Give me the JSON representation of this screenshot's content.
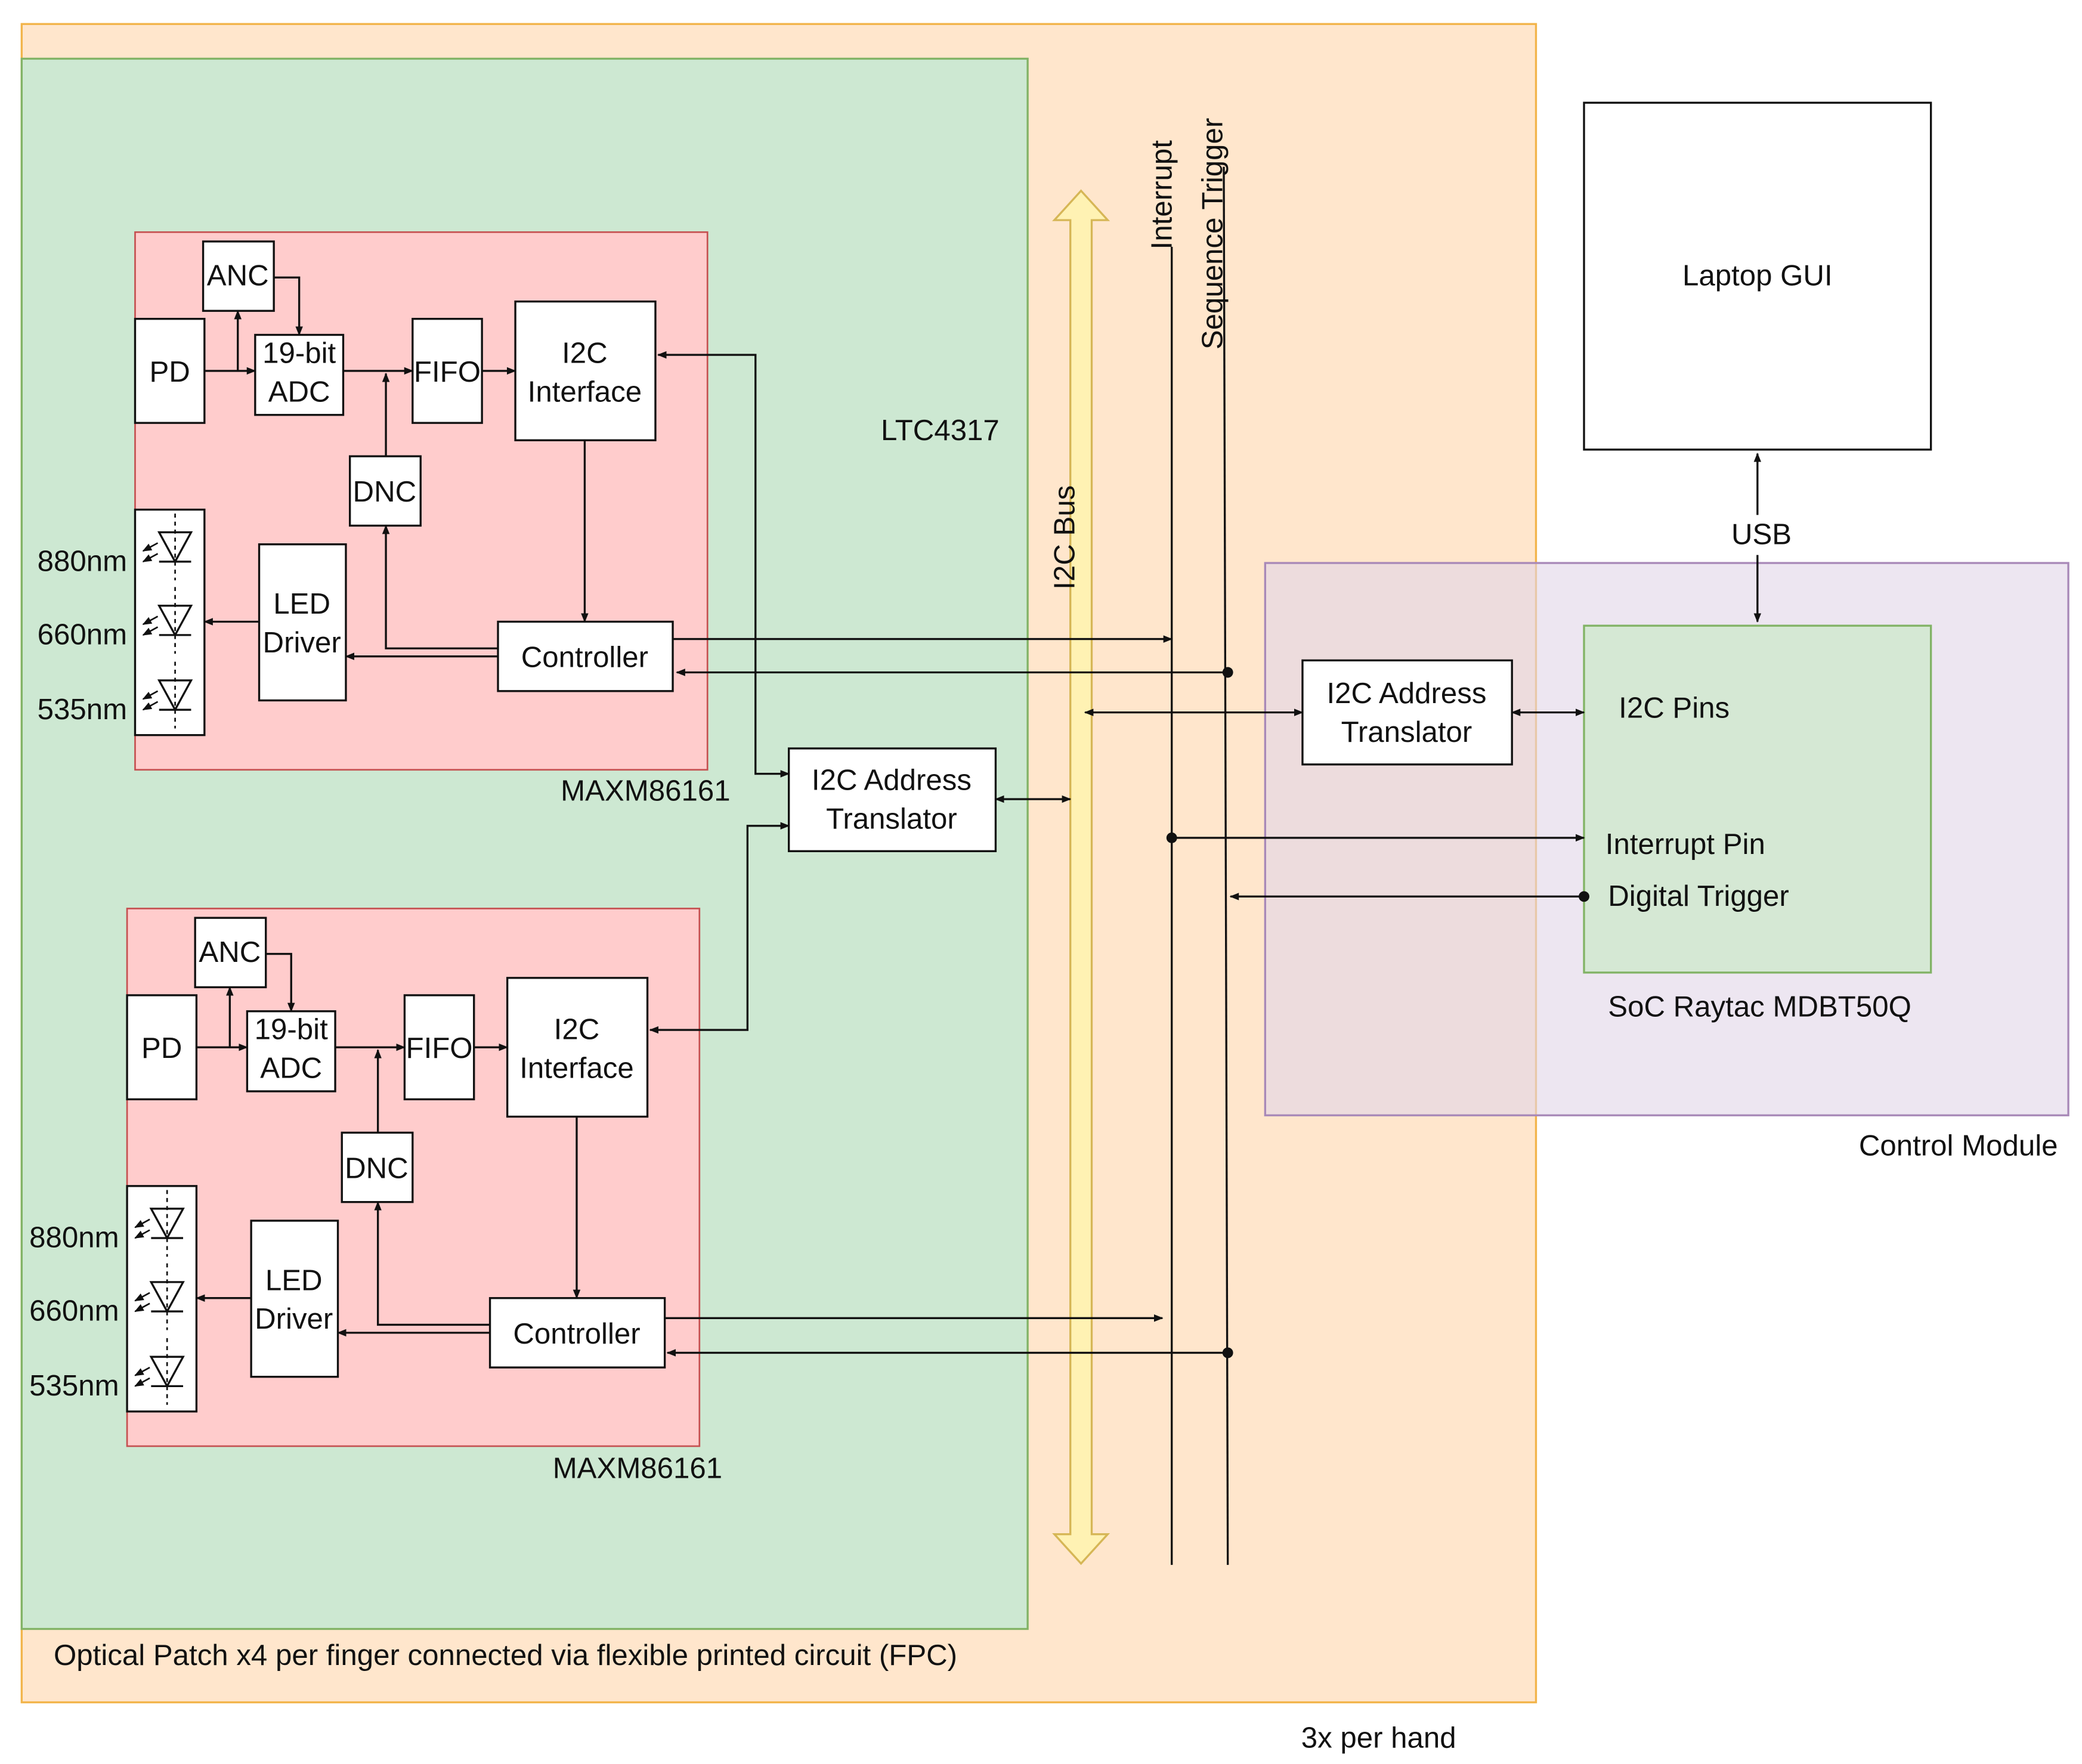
{
  "colors": {
    "outer_fill": "#ffe6cc",
    "outer_stroke": "#f2b44a",
    "patch_fill": "#cde8d2",
    "patch_stroke": "#82b366",
    "chip_fill": "#ffcccc",
    "chip_stroke": "#c55050",
    "control_fill": "#e1d5e7",
    "control_stroke": "#a889b8",
    "soc_fill": "#d5e8d4",
    "soc_stroke": "#82b366",
    "bus_fill": "#fff2b3",
    "bus_stroke": "#d6b656",
    "line": "#111111"
  },
  "labels": {
    "hand": "3x per hand",
    "patch": "Optical Patch x4 per finger connected via flexible printed circuit (FPC)",
    "ltc": "LTC4317",
    "control": "Control Module",
    "soc": "SoC Raytac MDBT50Q",
    "i2c_bus": "I2C Bus",
    "interrupt": "Interrupt",
    "sequence_trigger": "Sequence Trigger",
    "laptop": "Laptop GUI",
    "usb": "USB",
    "translator_line1": "I2C Address",
    "translator_line2": "Translator",
    "soc_i2c_pins": "I2C Pins",
    "soc_interrupt_pin": "Interrupt Pin",
    "soc_digital_trigger": "Digital Trigger"
  },
  "chips": [
    {
      "name": "MAXM86161",
      "anc": "ANC",
      "pd": "PD",
      "adc_line1": "19-bit",
      "adc_line2": "ADC",
      "fifo": "FIFO",
      "i2c_line1": "I2C",
      "i2c_line2": "Interface",
      "dnc": "DNC",
      "led_line1": "LED",
      "led_line2": "Driver",
      "controller": "Controller",
      "wavelengths": [
        "880nm",
        "660nm",
        "535nm"
      ]
    },
    {
      "name": "MAXM86161",
      "anc": "ANC",
      "pd": "PD",
      "adc_line1": "19-bit",
      "adc_line2": "ADC",
      "fifo": "FIFO",
      "i2c_line1": "I2C",
      "i2c_line2": "Interface",
      "dnc": "DNC",
      "led_line1": "LED",
      "led_line2": "Driver",
      "controller": "Controller",
      "wavelengths": [
        "880nm",
        "660nm",
        "535nm"
      ]
    }
  ]
}
